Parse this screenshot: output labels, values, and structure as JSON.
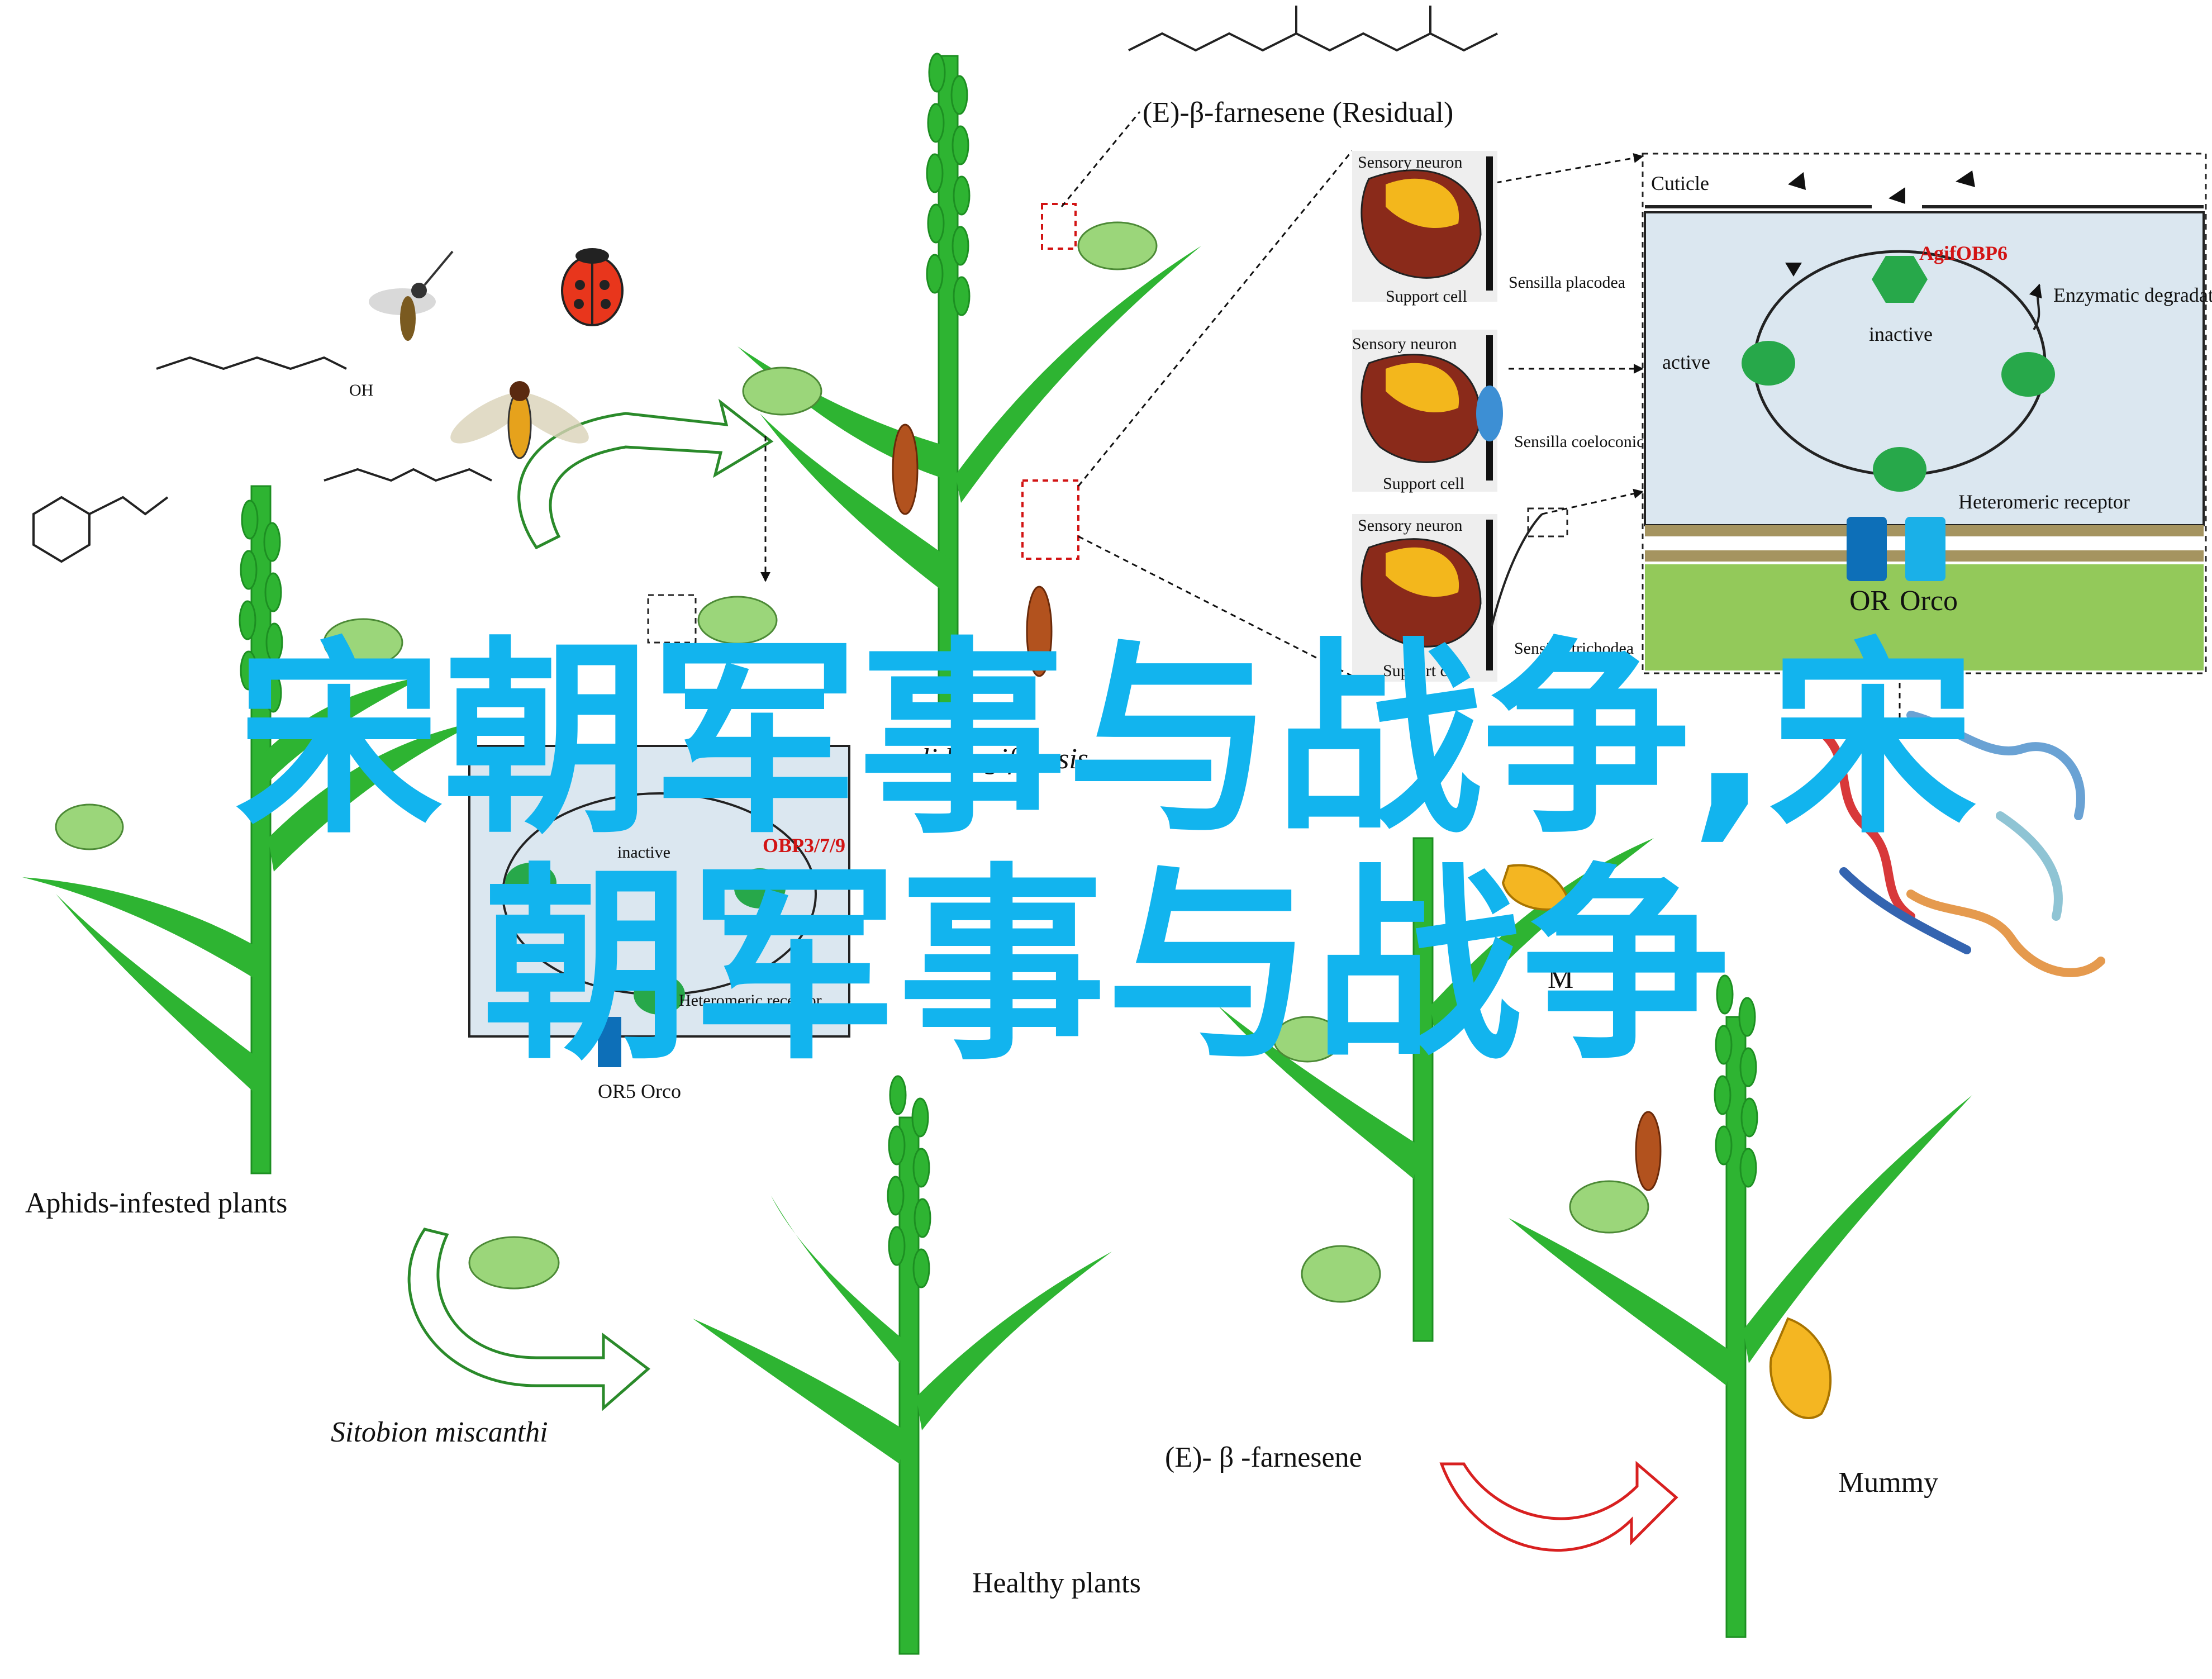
{
  "overlay": {
    "line1": "宋朝军事与战争,宋",
    "line2": "朝军事与战争",
    "color": "#12b4ee"
  },
  "labels": {
    "aphids_plants": "Aphids-infested plants",
    "sitobion": "Sitobion   miscanthi",
    "healthy_plants": "Healthy plants",
    "farnesene_bottom": "(E)- β -farnesene",
    "mummy": "Mummy",
    "farnesene_top": "(E)-β-farnesene (Residual)",
    "or5_orco": "OR5 Orco",
    "obp_left": "OBP3/7/9",
    "inactive_left": "inactive",
    "active_left": "active",
    "hetero_left": "Heteromeric receptor",
    "species_left": "...lidus   gifuensis",
    "mummy_partial": "M"
  },
  "neurons": [
    {
      "title": "Sensory neuron",
      "support": "Support cell",
      "sensilla": "Sensilla placodea"
    },
    {
      "title": "Sensory neuron",
      "support": "Support cell",
      "sensilla": "Sensilla coeloconica"
    },
    {
      "title": "Sensory neuron",
      "support": "Support cell",
      "sensilla": "Sensilla trichodea"
    }
  ],
  "panel": {
    "cuticle": "Cuticle",
    "obp": "AgifOBP6",
    "inactive": "inactive",
    "active": "active",
    "enzymatic": "Enzymatic degradation",
    "hetero": "Heteromeric receptor",
    "or": "OR",
    "orco": "Orco"
  },
  "colors": {
    "plant": "#2eb432",
    "plant_dark": "#1d8f22",
    "panel_bg": "#dbe7f0",
    "panel_floor": "#93c95a",
    "receptor_dark": "#0d6fb8",
    "receptor_light": "#1ab0e8",
    "obp": "#27a84a",
    "arrow_red": "#d82020",
    "arrow_green": "#2a8a2a"
  },
  "icons": [
    "wasp-icon",
    "ladybug-icon",
    "hoverfly-icon",
    "aphid-icon",
    "parasitoid-icon",
    "protein-icon",
    "molecule-icon"
  ]
}
